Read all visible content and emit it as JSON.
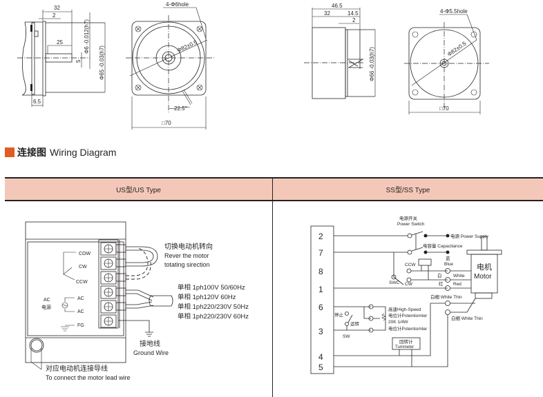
{
  "top_drawings": {
    "us_side": {
      "dims": [
        "32",
        "2",
        "25",
        "5",
        "6.5",
        "Φ6 -0.012 (h7)",
        "Φ65 -0.03 (h7)"
      ]
    },
    "us_front": {
      "hole_label": "4-Φ6hole",
      "pcd_label": "Φ82±0.5",
      "angle_label": "22.5°",
      "square_label": "□70"
    },
    "ss_side": {
      "dims": [
        "46.5",
        "32",
        "14.5",
        "2",
        "Φ66 -0.03 (h7)"
      ]
    },
    "ss_front": {
      "hole_label": "4-Φ5.5hole",
      "pcd_label": "Φ82±0.5",
      "square_label": "□70"
    }
  },
  "section": {
    "title_zh": "连接图",
    "title_en": "Wiring Diagram",
    "accent_color": "#e25c22"
  },
  "table": {
    "header_bg": "#f4c8b8",
    "columns": [
      "US型/US Type",
      "SS型/SS Type"
    ]
  },
  "us_type": {
    "terminals": [
      "COW",
      "CW",
      "CCW",
      "AC",
      "AC",
      "FG"
    ],
    "ac_label_en": "AC",
    "ac_label_zh": "电源",
    "reverse_zh": "切换电动机转向",
    "reverse_en_1": "Rever the motor",
    "reverse_en_2": "totating sirection",
    "power_specs": [
      "单相 1ph100V  50/60Hz",
      "单相 1ph120V  60Hz",
      "单相 1ph220/230V  50Hz",
      "单相 1ph220/230V  60Hz"
    ],
    "ground_zh": "接地线",
    "ground_en": "Ground Wire",
    "lead_zh": "对应电动机连接导线",
    "lead_en": "To connect the motor lead wire"
  },
  "ss_type": {
    "terminals": [
      "2",
      "7",
      "8",
      "1",
      "6",
      "3",
      "4",
      "5"
    ],
    "power_switch_zh": "电源开关",
    "power_switch_en": "Power Switch",
    "power_supply": "电源 Power Supply",
    "capacitance": "电容量 Capacitance",
    "blue_zh": "蓝",
    "blue_en": "Blue",
    "white_zh": "白",
    "white_en": "White",
    "red_zh": "红",
    "red_en": "Red",
    "ccw": "CCW",
    "cw": "CW",
    "swc": "SWC",
    "motor_zh": "电机",
    "motor_en": "Motor",
    "white_thin_1": "白细 White Thin",
    "white_thin_2": "白细 White Thin",
    "stop": "停止",
    "run": "运转",
    "sw": "SW",
    "high_speed": "高速High-Speed",
    "pot_1": "电位计Potentiomter",
    "pot_spec": "20K  1/4W",
    "pot_2": "电位计Potentiomter",
    "tach_zh": "回转计",
    "tach_en": "Tummeter"
  }
}
